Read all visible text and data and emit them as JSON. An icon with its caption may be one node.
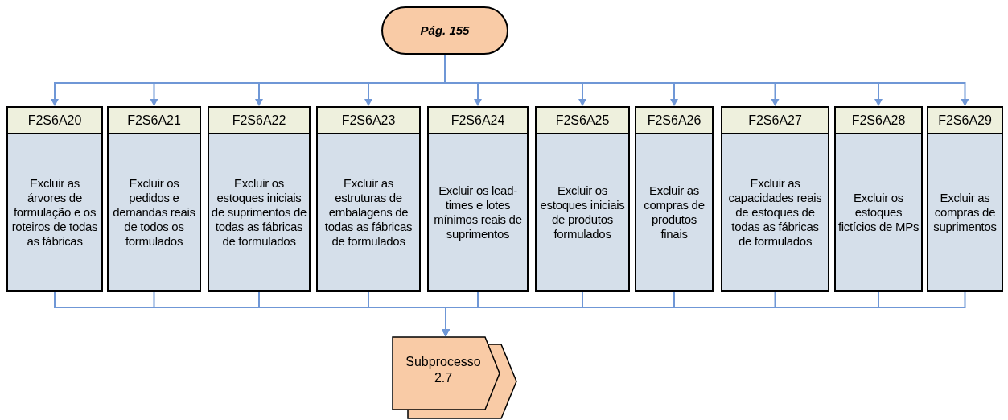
{
  "diagram": {
    "nodes": [
      {
        "text": [
          "Pág. 155"
        ]
      },
      {
        "text": [
          "F2S6A20",
          "Excluir as árvores de formulação e os roteiros de todas as fábricas"
        ]
      },
      {
        "text": [
          "F2S6A21",
          "Excluir os pedidos e demandas reais de todos os formulados"
        ]
      },
      {
        "text": [
          "F2S6A22",
          "Excluir os estoques iniciais de suprimentos de todas as fábricas de formulados"
        ]
      },
      {
        "text": [
          "F2S6A23",
          "Excluir as estruturas de embalagens de todas as fábricas de formulados"
        ]
      },
      {
        "text": [
          "F2S6A24",
          "Excluir os lead-times e lotes mínimos reais de suprimentos"
        ]
      },
      {
        "text": [
          "F2S6A25",
          "Excluir os estoques iniciais de produtos formulados"
        ]
      },
      {
        "text": [
          "F2S6A26",
          "Excluir as compras de produtos finais"
        ]
      },
      {
        "text": [
          "F2S6A27",
          "Excluir as capacidades reais de estoques de todas as fábricas de formulados"
        ]
      },
      {
        "text": [
          "F2S6A28",
          "Excluir os estoques fictícios de MPs"
        ]
      },
      {
        "text": [
          "F2S6A29",
          "Excluir as compras de suprimentos"
        ]
      },
      {
        "text": [
          "Subprocesso 2.7"
        ]
      }
    ],
    "edges": [
      {
        "from": 0,
        "to": 1,
        "arrow": "to"
      },
      {
        "from": 0,
        "to": 2,
        "arrow": "to"
      },
      {
        "from": 0,
        "to": 3,
        "arrow": "to"
      },
      {
        "from": 0,
        "to": 4,
        "arrow": "to"
      },
      {
        "from": 0,
        "to": 5,
        "arrow": "to"
      },
      {
        "from": 0,
        "to": 6,
        "arrow": "to"
      },
      {
        "from": 0,
        "to": 7,
        "arrow": "to"
      },
      {
        "from": 0,
        "to": 8,
        "arrow": "to"
      },
      {
        "from": 0,
        "to": 9,
        "arrow": "to"
      },
      {
        "from": 0,
        "to": 10,
        "arrow": "to"
      },
      {
        "from": 1,
        "to": 11,
        "arrow": "to"
      },
      {
        "from": 2,
        "to": 11,
        "arrow": "to"
      },
      {
        "from": 3,
        "to": 11,
        "arrow": "to"
      },
      {
        "from": 4,
        "to": 11,
        "arrow": "to"
      },
      {
        "from": 5,
        "to": 11,
        "arrow": "to"
      },
      {
        "from": 6,
        "to": 11,
        "arrow": "to"
      },
      {
        "from": 7,
        "to": 11,
        "arrow": "to"
      },
      {
        "from": 8,
        "to": 11,
        "arrow": "to"
      },
      {
        "from": 9,
        "to": 11,
        "arrow": "to"
      },
      {
        "from": 10,
        "to": 11,
        "arrow": "to"
      }
    ]
  }
}
